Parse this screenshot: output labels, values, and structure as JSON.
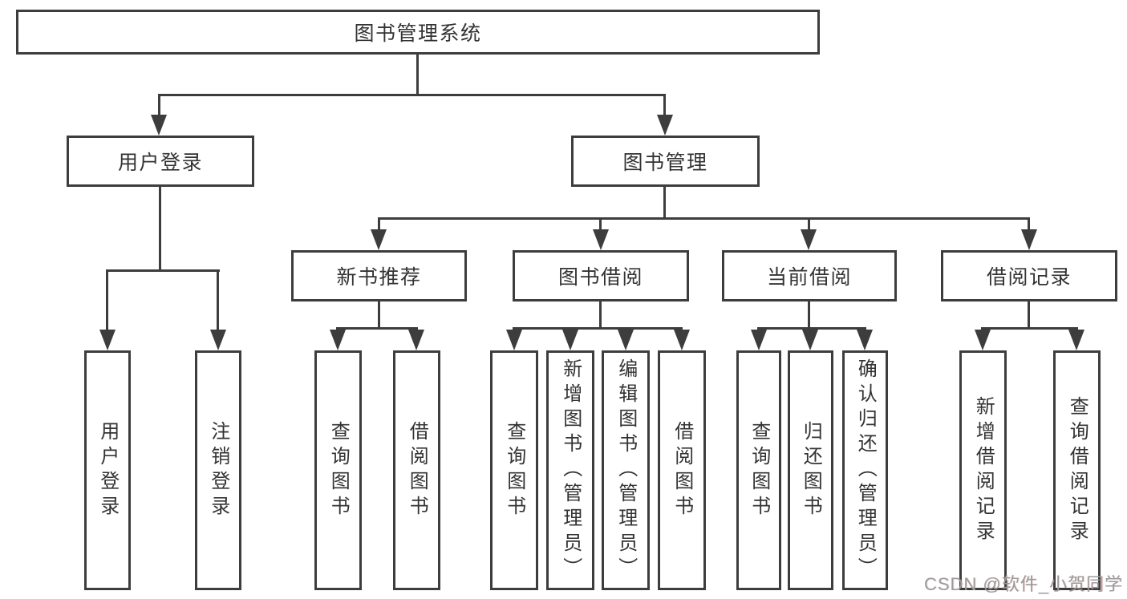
{
  "diagram": {
    "title": "图书管理系统",
    "colors": {
      "line": "#3d3d3d",
      "text": "#333333",
      "watermark": "#9b9b9b",
      "background": "#ffffff"
    },
    "nodes": {
      "root": "图书管理系统",
      "user_login": "用户登录",
      "book_mgmt": "图书管理",
      "new_book_recommend": "新书推荐",
      "book_borrow": "图书借阅",
      "current_borrow": "当前借阅",
      "borrow_records": "借阅记录",
      "leaf_user_login": "用户登录",
      "leaf_logout": "注销登录",
      "leaf_query_books_recommend": "查询图书",
      "leaf_borrow_books_recommend": "借阅图书",
      "leaf_query_books_borrow": "查询图书",
      "leaf_add_book_admin": "新增图书（管理员）",
      "leaf_edit_book_admin": "编辑图书（管理员）",
      "leaf_borrow_books_borrow": "借阅图书",
      "leaf_query_books_current": "查询图书",
      "leaf_return_books": "归还图书",
      "leaf_confirm_return_admin": "确认归还（管理员）",
      "leaf_add_borrow_record": "新增借阅记录",
      "leaf_query_borrow_record": "查询借阅记录"
    },
    "watermark": "CSDN @软件_小贺同学"
  }
}
